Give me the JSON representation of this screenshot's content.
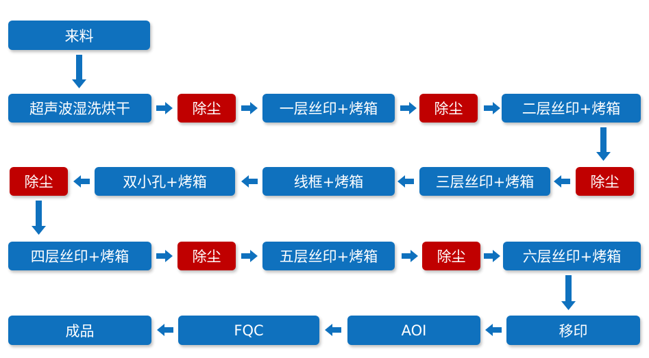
{
  "colors": {
    "step": "#0f71be",
    "dust": "#c00000",
    "arrow": "#0f71be"
  },
  "flow": {
    "row0": {
      "incoming": "来料"
    },
    "row1": [
      "超声波湿洗烘干",
      "除尘",
      "一层丝印+烤箱",
      "除尘",
      "二层丝印+烤箱"
    ],
    "row2": [
      "除尘",
      "双小孔+烤箱",
      "线框+烤箱",
      "三层丝印+烤箱",
      "除尘"
    ],
    "row3": [
      "四层丝印+烤箱",
      "除尘",
      "五层丝印+烤箱",
      "除尘",
      "六层丝印+烤箱"
    ],
    "row4": [
      "成品",
      "FQC",
      "AOI",
      "移印"
    ]
  }
}
